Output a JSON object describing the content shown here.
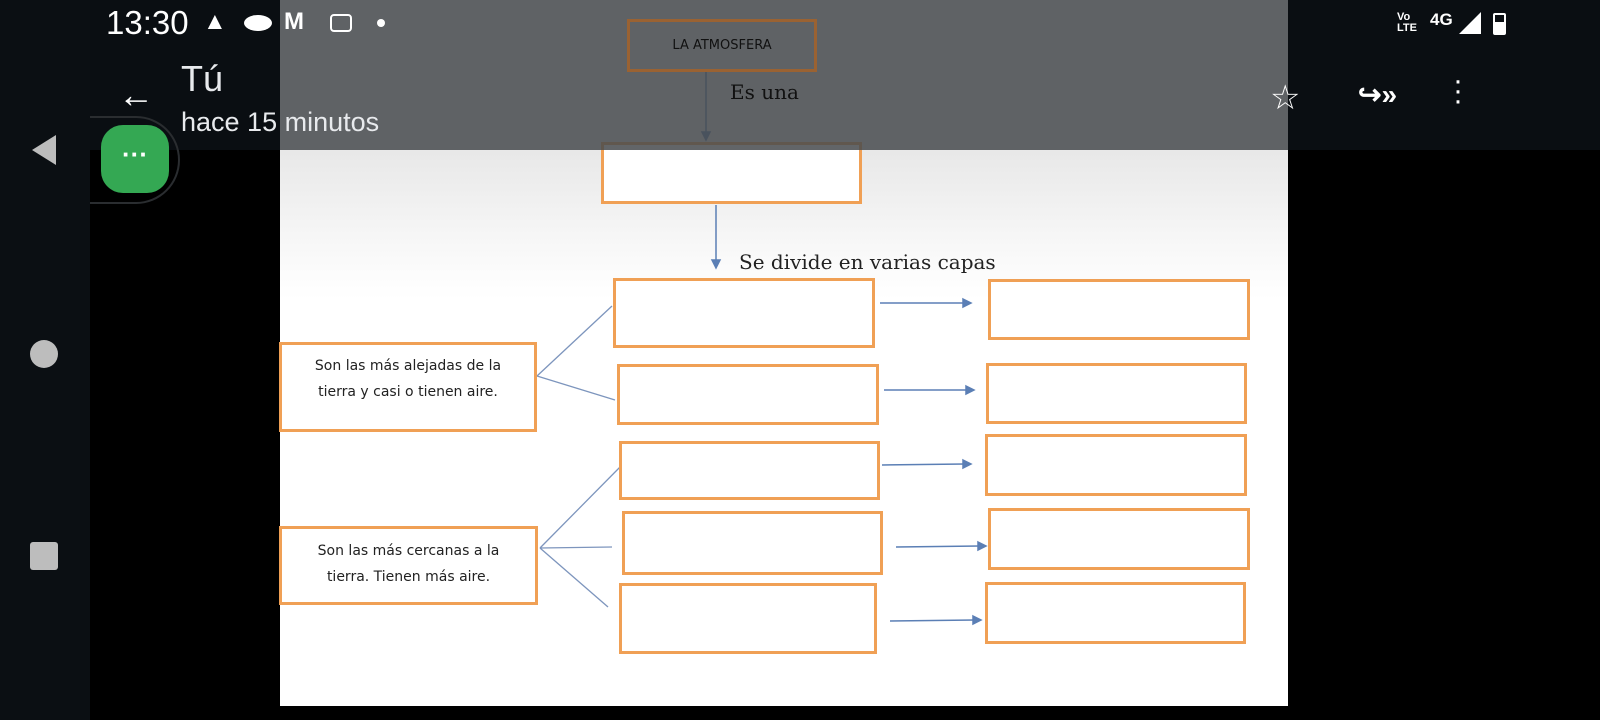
{
  "status_bar": {
    "time": "13:30",
    "network": "4G",
    "volte": "Vo LTE"
  },
  "header": {
    "title": "Tú",
    "subtitle": "hace 15 minutos"
  },
  "document": {
    "title": "LA ATMOSFERA",
    "link1": "Es una",
    "link2": "Se divide en varias capas",
    "far_layers": "Son las más alejadas de la tierra y casi o tienen aire.",
    "near_layers": "Son las más cercanas a la tierra. Tienen más aire."
  },
  "colors": {
    "box_border": "#f0a055",
    "fab": "#34a853"
  }
}
